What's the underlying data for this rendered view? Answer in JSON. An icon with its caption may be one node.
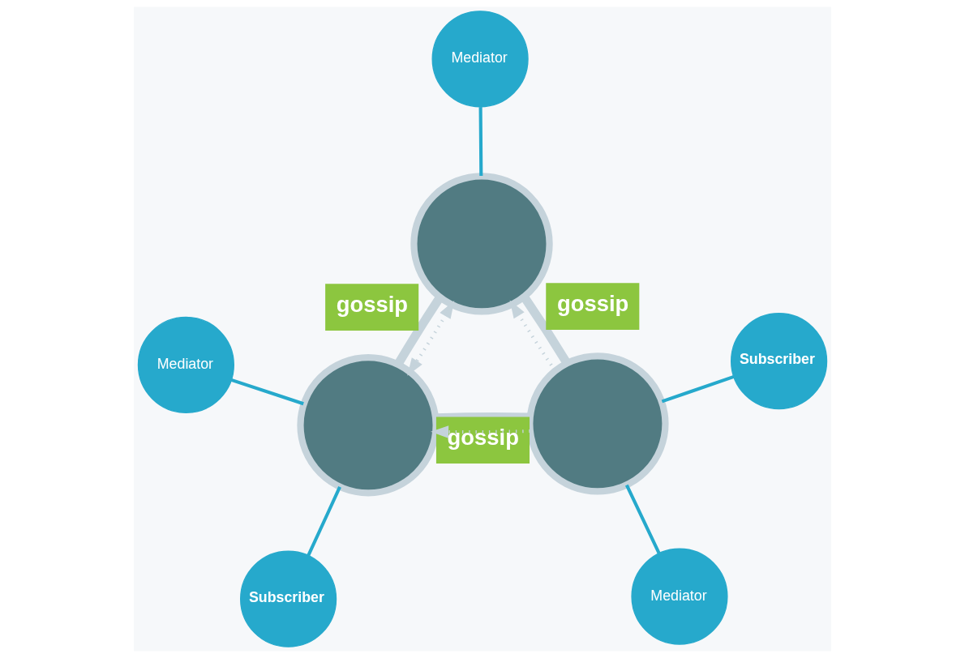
{
  "diagram": {
    "nodes": [
      {
        "text": [
          "Mediator"
        ]
      },
      {
        "text": [],
        "shape": "circle"
      },
      {
        "text": [
          "Subscriber"
        ]
      },
      {
        "text": [
          "Mediator"
        ]
      },
      {
        "text": [],
        "shape": "circle"
      },
      {
        "text": [],
        "shape": "circle"
      },
      {
        "text": [
          "Mediator"
        ]
      },
      {
        "text": [
          "Subscriber"
        ]
      }
    ],
    "edges": [
      {
        "from": 1,
        "to": 0,
        "arrow": "none",
        "color": "#26a9cc"
      },
      {
        "from": 1,
        "to": 2,
        "arrow": "none",
        "color": "#26a9cc"
      },
      {
        "from": 3,
        "to": 4,
        "arrow": "none",
        "color": "#26a9cc"
      },
      {
        "from": 5,
        "to": 6,
        "arrow": "none",
        "color": "#26a9cc"
      },
      {
        "from": 5,
        "to": 7,
        "arrow": "none",
        "color": "#26a9cc"
      },
      {
        "from": 1,
        "to": 4,
        "arrow": "none",
        "label": "gossip",
        "style": "thick",
        "color": "#c5d3db"
      },
      {
        "from": 1,
        "to": 5,
        "arrow": "none",
        "label": "gossip",
        "style": "thick",
        "color": "#c5d3db"
      },
      {
        "from": 4,
        "to": 5,
        "arrow": "none",
        "label": "gossip",
        "style": "thick",
        "color": "#c5d3db"
      },
      {
        "from": 4,
        "to": 1,
        "arrow": "both",
        "style": "dashed",
        "color": "#c5d3db"
      },
      {
        "from": 5,
        "to": 1,
        "arrow": "to",
        "style": "dashed",
        "color": "#c5d3db"
      },
      {
        "from": 5,
        "to": 4,
        "arrow": "to",
        "style": "dashed",
        "color": "#c5d3db"
      }
    ]
  }
}
